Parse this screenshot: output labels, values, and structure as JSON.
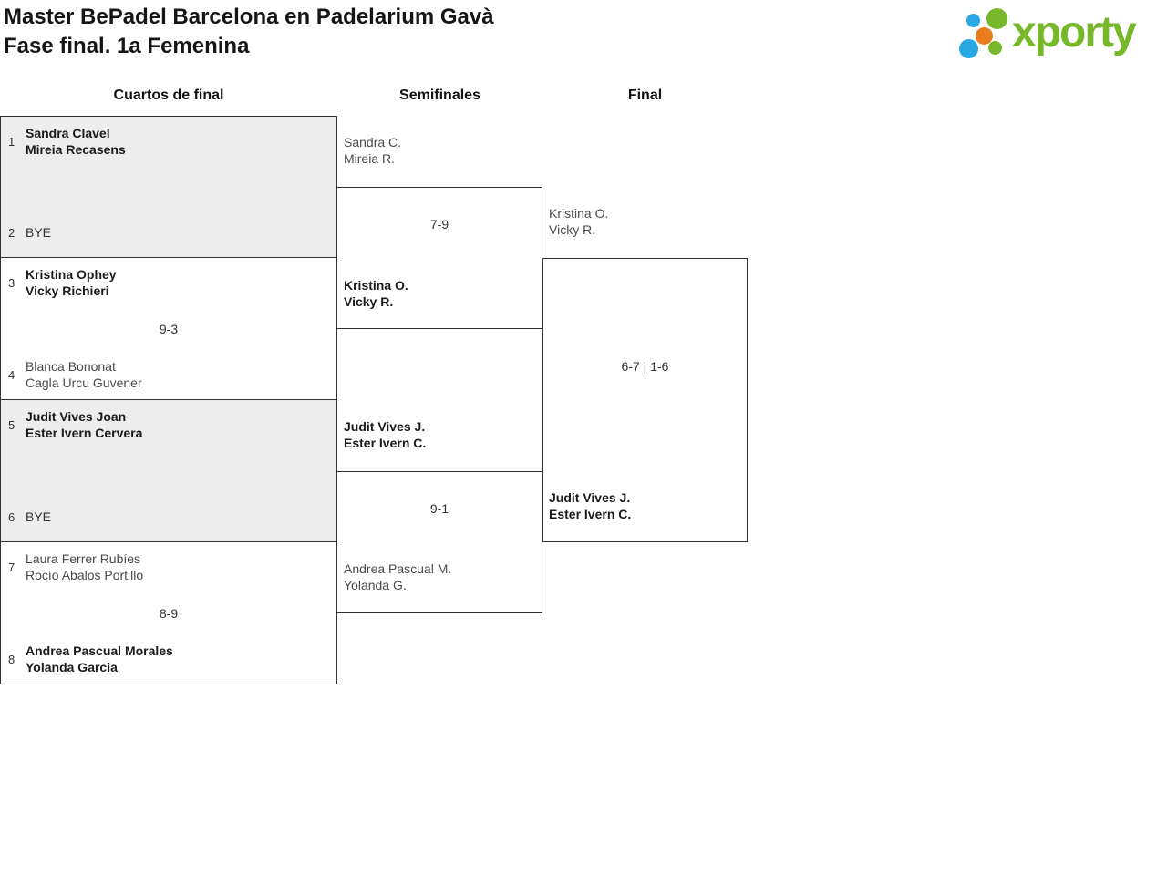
{
  "page": {
    "title_line1": "Master BePadel Barcelona en Padelarium Gavà",
    "title_line2": "Fase final. 1a Femenina"
  },
  "logo": {
    "text": "xporty"
  },
  "rounds": [
    "Cuartos de final",
    "Semifinales",
    "Final"
  ],
  "bracket": {
    "quarterfinals": [
      {
        "seed1": "1",
        "team1": [
          "Sandra Clavel",
          "Mireia Recasens"
        ],
        "team1_winner": true,
        "seed2": "2",
        "team2": [
          "BYE"
        ],
        "team2_winner": false,
        "score": "",
        "shaded": true
      },
      {
        "seed1": "3",
        "team1": [
          "Kristina Ophey",
          "Vicky Richieri"
        ],
        "team1_winner": true,
        "seed2": "4",
        "team2": [
          "Blanca Bononat",
          "Cagla Urcu Guvener"
        ],
        "team2_winner": false,
        "score": "9-3",
        "shaded": false
      },
      {
        "seed1": "5",
        "team1": [
          "Judit Vives Joan",
          "Ester Ivern Cervera"
        ],
        "team1_winner": true,
        "seed2": "6",
        "team2": [
          "BYE"
        ],
        "team2_winner": false,
        "score": "",
        "shaded": true
      },
      {
        "seed1": "7",
        "team1": [
          "Laura Ferrer Rubíes",
          "Rocío Abalos Portillo"
        ],
        "team1_winner": false,
        "seed2": "8",
        "team2": [
          "Andrea Pascual Morales",
          "Yolanda Garcia"
        ],
        "team2_winner": true,
        "score": "8-9",
        "shaded": false
      }
    ],
    "semifinals": [
      {
        "team1": [
          "Sandra C.",
          "Mireia R."
        ],
        "team1_winner": false,
        "team2": [
          "Kristina O.",
          "Vicky R."
        ],
        "team2_winner": true,
        "score": "7-9"
      },
      {
        "team1": [
          "Judit Vives J.",
          "Ester Ivern C."
        ],
        "team1_winner": true,
        "team2": [
          "Andrea Pascual M.",
          "Yolanda G."
        ],
        "team2_winner": false,
        "score": "9-1"
      }
    ],
    "final": {
      "team1": [
        "Kristina O.",
        "Vicky R."
      ],
      "team1_winner": false,
      "team2": [
        "Judit Vives J.",
        "Ester Ivern C."
      ],
      "team2_winner": true,
      "score": "6-7 | 1-6"
    }
  },
  "colors": {
    "brand_green": "#76b82a",
    "brand_blue": "#29a9e1",
    "brand_orange": "#e87d1e",
    "bracket_border": "#333333",
    "shaded_block": "#ededed",
    "winner_text": "#1b1b1b",
    "loser_text": "#4a4a4a"
  }
}
